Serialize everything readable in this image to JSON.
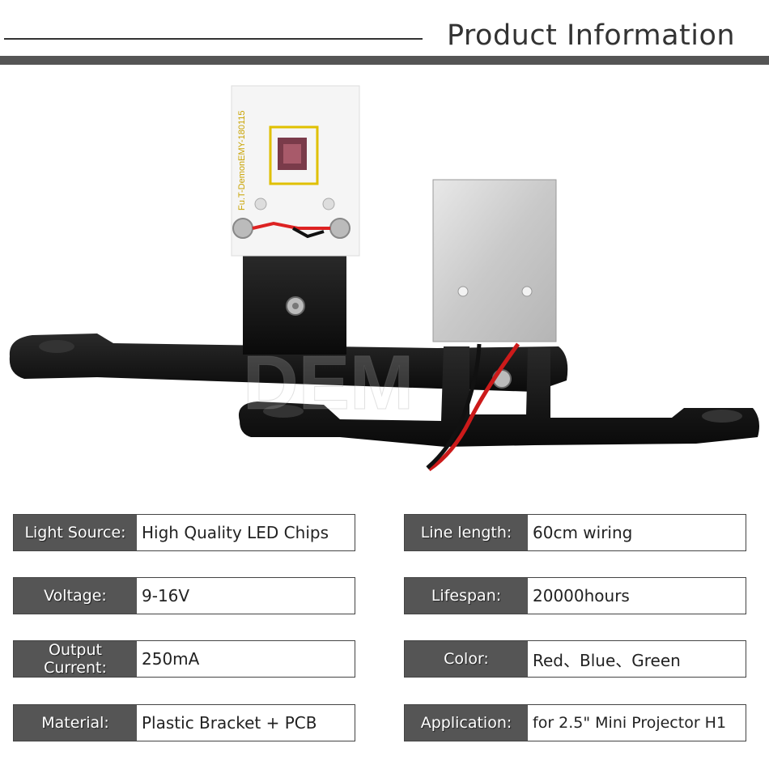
{
  "header": {
    "title": "Product Information"
  },
  "photo": {
    "pcb_text": "Fu.T-DemonEMY-180115",
    "watermark": "DEM"
  },
  "specs": {
    "left": [
      {
        "label": "Light Source:",
        "value": "High Quality LED Chips"
      },
      {
        "label": "Voltage:",
        "value": "9-16V"
      },
      {
        "label": "Output\nCurrent:",
        "value": "250mA"
      },
      {
        "label": "Material:",
        "value": "Plastic Bracket + PCB"
      }
    ],
    "right": [
      {
        "label": "Line length:",
        "value": "60cm wiring"
      },
      {
        "label": "Lifespan:",
        "value": "20000hours"
      },
      {
        "label": "Color:",
        "value": "Red、Blue、Green"
      },
      {
        "label": "Application:",
        "value": "for 2.5\" Mini Projector H1"
      }
    ]
  }
}
